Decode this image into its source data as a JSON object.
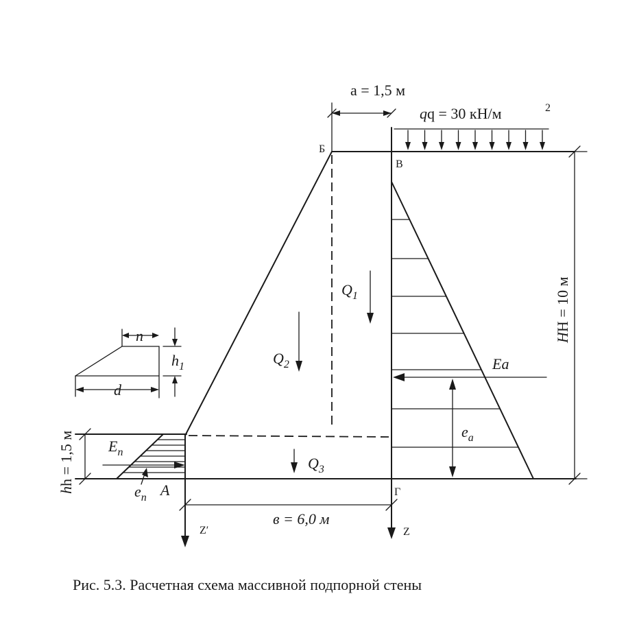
{
  "labels": {
    "a_dim": "a = 1,5 м",
    "q_load": "q = 30 кН/м",
    "q_exp": "2",
    "point_b": "Б",
    "point_v": "В",
    "point_g": "Г",
    "point_a": "А",
    "H_dim": "H = 10 м",
    "h_dim": "h = 1,5 м",
    "b_dim": "в = 6,0 м",
    "Q1": "Q",
    "Q1_sub": "1",
    "Q2": "Q",
    "Q2_sub": "2",
    "Q3": "Q",
    "Q3_sub": "3",
    "Ea": "Ea",
    "ea": "e",
    "ea_sub": "a",
    "En": "E",
    "En_sub": "n",
    "en": "e",
    "en_sub": "n",
    "n_dim": "n",
    "d_dim": "d",
    "h1": "h",
    "h1_sub": "1",
    "Z_prime": "Z′",
    "Z": "Z"
  },
  "caption": "Рис. 5.3. Расчетная схема массивной подпорной стены"
}
